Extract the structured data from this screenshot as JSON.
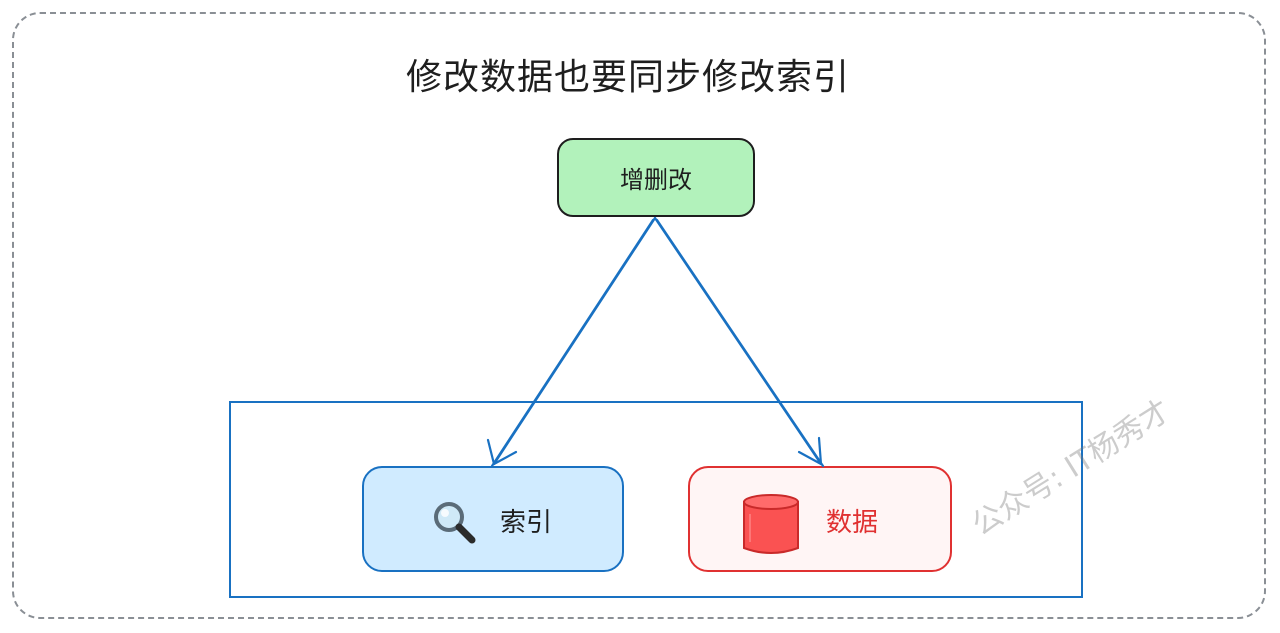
{
  "diagram": {
    "title": "修改数据也要同步修改索引",
    "nodes": {
      "source": {
        "label": "增删改",
        "fill": "#b2f2bb",
        "stroke": "#1e1e1e"
      },
      "index": {
        "label": "索引",
        "icon": "magnifier-icon",
        "fill": "#d0ebff",
        "stroke": "#1971c2"
      },
      "data": {
        "label": "数据",
        "icon": "database-cylinder-icon",
        "fill": "#fff5f5",
        "stroke": "#e03131"
      }
    },
    "edges": [
      {
        "from": "source",
        "to": "index",
        "color": "#1971c2"
      },
      {
        "from": "source",
        "to": "data",
        "color": "#1971c2"
      }
    ],
    "group": {
      "stroke": "#1971c2"
    },
    "watermark": "公众号: IT杨秀才"
  }
}
